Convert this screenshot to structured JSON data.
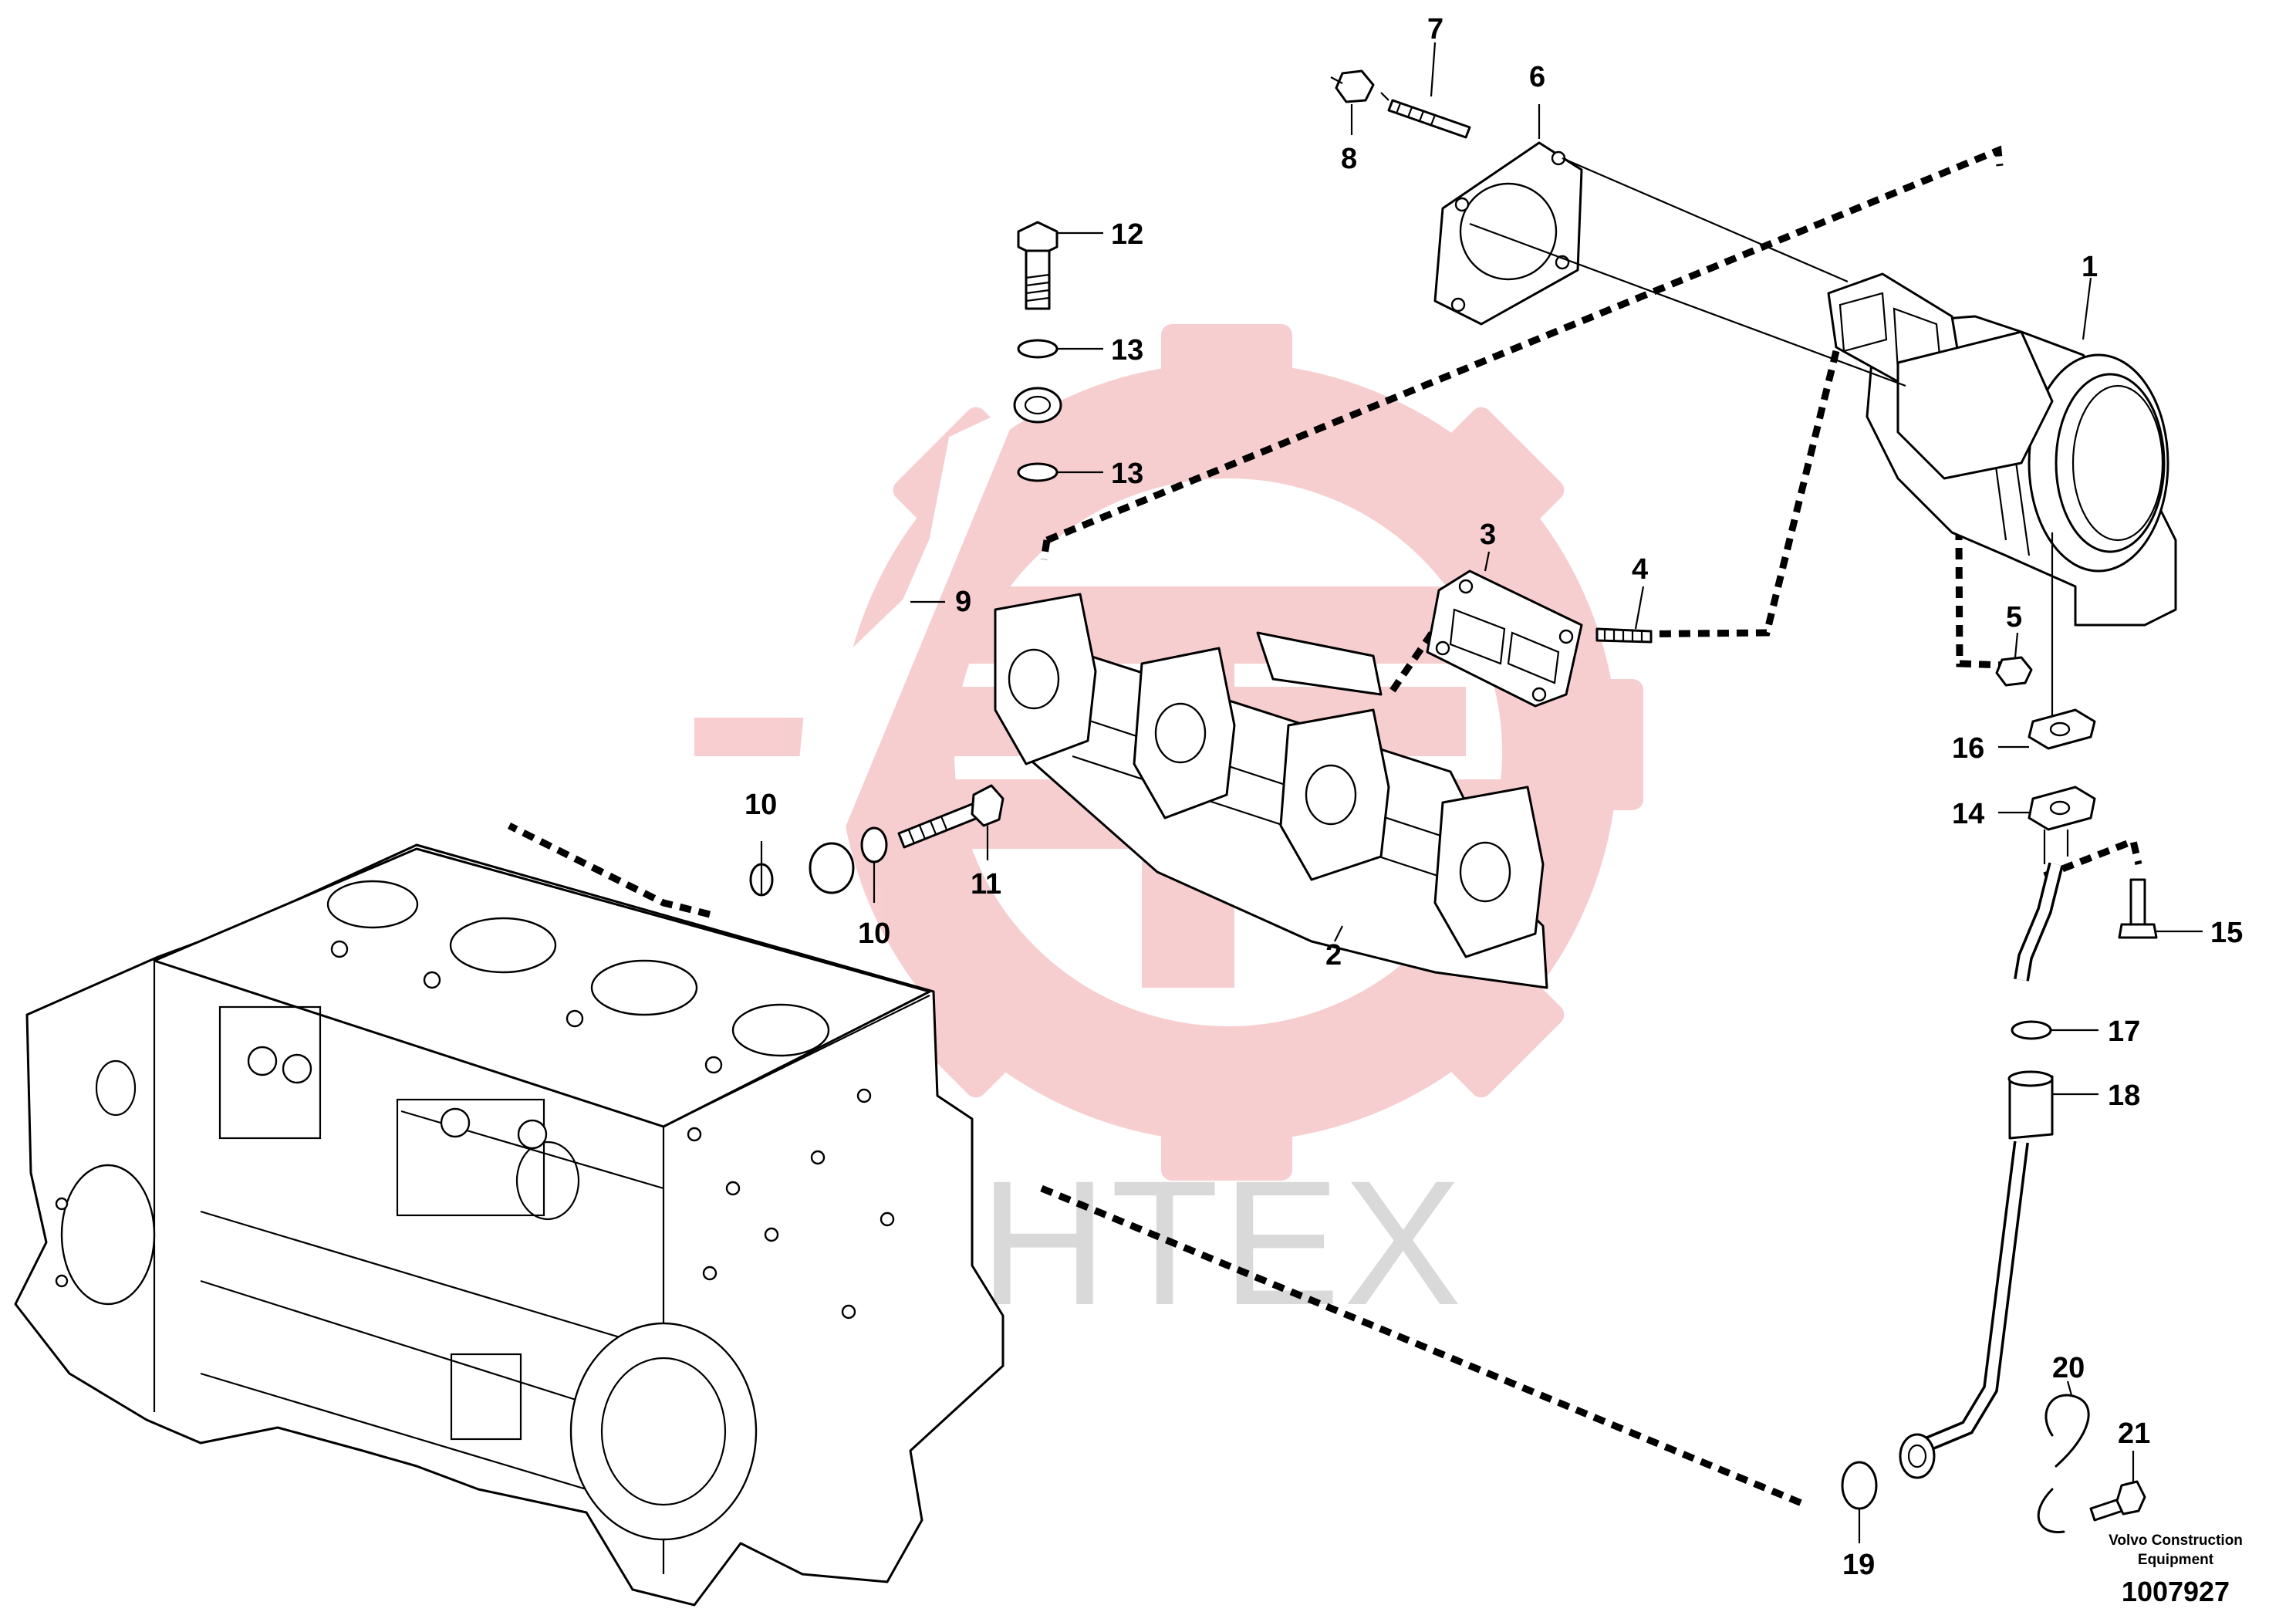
{
  "watermark": {
    "text": "ИНТЕХ",
    "color": "#d9d9d9",
    "logo_color": "#f7c9cc"
  },
  "callouts": [
    {
      "id": "c1",
      "label": "1"
    },
    {
      "id": "c2",
      "label": "2"
    },
    {
      "id": "c3",
      "label": "3"
    },
    {
      "id": "c4",
      "label": "4"
    },
    {
      "id": "c5",
      "label": "5"
    },
    {
      "id": "c6",
      "label": "6"
    },
    {
      "id": "c7",
      "label": "7"
    },
    {
      "id": "c8",
      "label": "8"
    },
    {
      "id": "c9",
      "label": "9"
    },
    {
      "id": "c10a",
      "label": "10"
    },
    {
      "id": "c10b",
      "label": "10"
    },
    {
      "id": "c11",
      "label": "11"
    },
    {
      "id": "c12",
      "label": "12"
    },
    {
      "id": "c13a",
      "label": "13"
    },
    {
      "id": "c13b",
      "label": "13"
    },
    {
      "id": "c14",
      "label": "14"
    },
    {
      "id": "c15",
      "label": "15"
    },
    {
      "id": "c16",
      "label": "16"
    },
    {
      "id": "c17",
      "label": "17"
    },
    {
      "id": "c18",
      "label": "18"
    },
    {
      "id": "c19",
      "label": "19"
    },
    {
      "id": "c20",
      "label": "20"
    },
    {
      "id": "c21",
      "label": "21"
    }
  ],
  "footer": {
    "company_line1": "Volvo Construction",
    "company_line2": "Equipment",
    "drawing_number": "1007927"
  }
}
